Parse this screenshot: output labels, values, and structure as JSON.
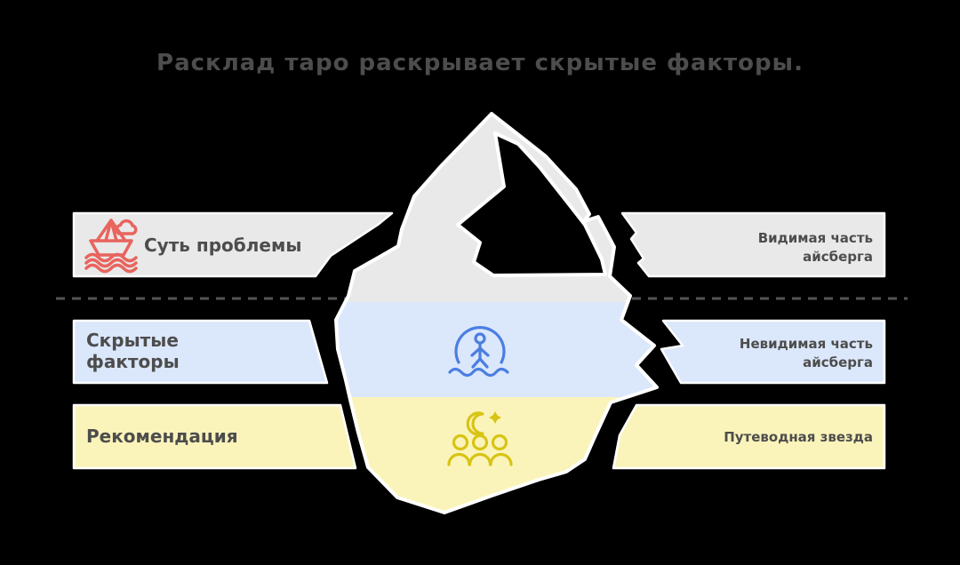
{
  "title": "Расклад таро раскрывает скрытые факторы.",
  "rows": {
    "visible": {
      "left_label": "Суть проблемы",
      "right_line1": "Видимая часть",
      "right_line2": "айсберга"
    },
    "hidden": {
      "left_line1": "Скрытые",
      "left_line2": "факторы",
      "right_line1": "Невидимая часть",
      "right_line2": "айсберга"
    },
    "recommendation": {
      "left_label": "Рекомендация",
      "right_line1": "Путеводная звезда"
    }
  },
  "icons": {
    "visible": "paper-boat-with-cloud-and-waves",
    "hidden": "person-in-ring-over-waves",
    "recommendation": "crescent-moon-star-over-group"
  },
  "colors": {
    "background": "#000000",
    "text": "#4d4d4d",
    "band_gray": "#e9e9e9",
    "band_blue": "#dbe7fb",
    "band_yellow": "#fbf4ba",
    "outline": "#ffffff",
    "dashed_line": "#545454",
    "icon_red": "#e8645e",
    "icon_blue": "#4a7ee1",
    "icon_yellow": "#d7c414"
  }
}
